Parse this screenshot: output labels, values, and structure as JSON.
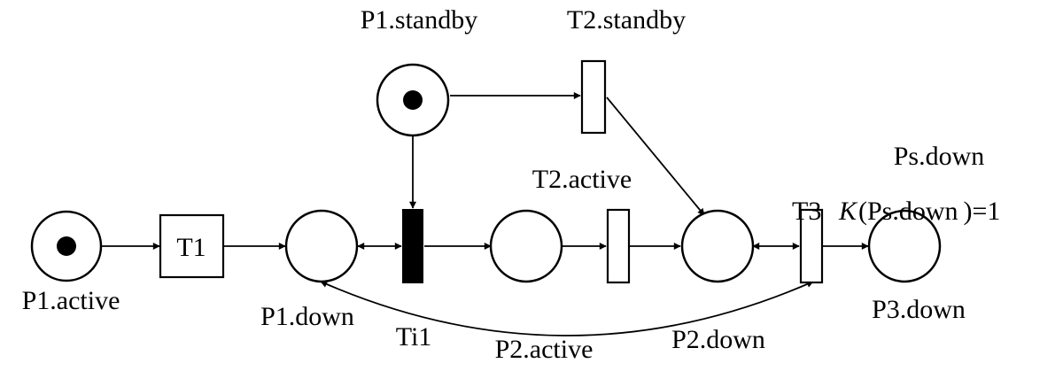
{
  "places": {
    "p1_active": {
      "label": "P1.active",
      "tokens": 1
    },
    "p1_standby": {
      "label": "P1.standby",
      "tokens": 1
    },
    "p1_down": {
      "label": "P1.down",
      "tokens": 0
    },
    "p2_active": {
      "label": "P2.active",
      "tokens": 0
    },
    "p2_down": {
      "label": "P2.down",
      "tokens": 0
    },
    "p3_down": {
      "label": "P3.down",
      "tokens": 0
    },
    "ps_down": {
      "label": "Ps.down"
    }
  },
  "transitions": {
    "t1": {
      "label": "T1"
    },
    "t2_standby": {
      "label": "T2.standby"
    },
    "t2_active": {
      "label": "T2.active"
    },
    "t3": {
      "label": "T3"
    },
    "ti1": {
      "label": "Ti1"
    }
  },
  "annotation": {
    "k_symbol": "K",
    "k_expression": "(Ps.down )=1"
  },
  "colors": {
    "ink": "#000000",
    "paper": "#ffffff"
  }
}
